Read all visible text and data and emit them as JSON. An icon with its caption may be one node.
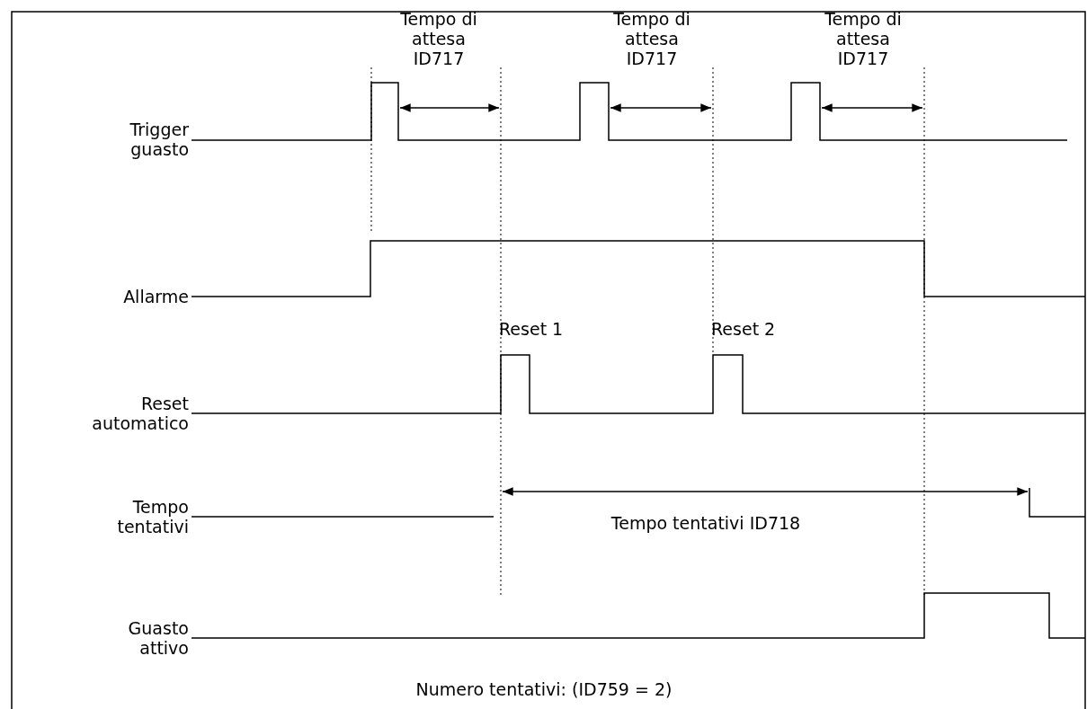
{
  "diagram": {
    "caption": "Numero tentativi: (ID759 = 2)",
    "labels": [
      "Tempo di attesa ID717",
      "Tempo di attesa ID717",
      "Tempo di attesa ID717",
      "Trigger guasto",
      "Allarme",
      "Reset 1",
      "Reset 2",
      "Reset automatico",
      "Tempo tentativi",
      "Tempo tentativi ID718",
      "Guasto attivo"
    ]
  }
}
